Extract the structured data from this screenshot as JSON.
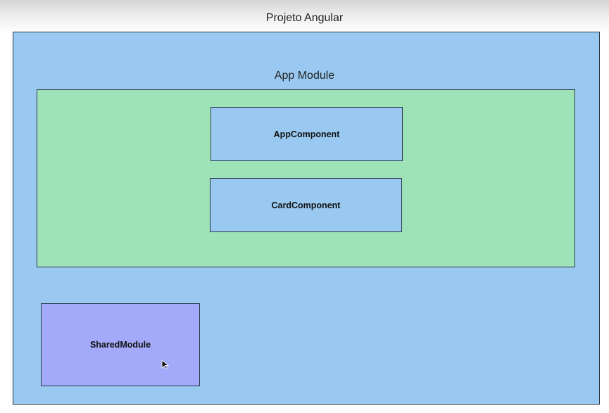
{
  "diagram": {
    "title": "Projeto Angular",
    "app_module": {
      "label": "App Module",
      "components": [
        "AppComponent",
        "CardComponent"
      ]
    },
    "shared_module": {
      "label": "SharedModule"
    }
  },
  "colors": {
    "project_fill": "#99c9f0",
    "app_module_fill": "#9ee2b8",
    "component_fill": "#99c9f0",
    "shared_module_fill": "#a3aafa",
    "border": "#2b3a48"
  }
}
